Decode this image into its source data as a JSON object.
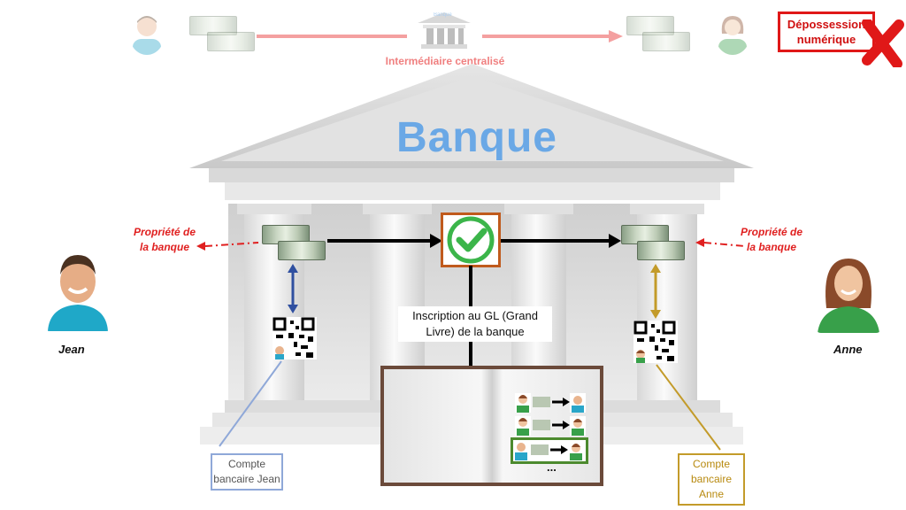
{
  "header": {
    "intermediary_label": "Intermédiaire centralisé",
    "bank_small_label": "Banque",
    "dispossession_label": "Dépossession numérique"
  },
  "bank": {
    "title": "Banque"
  },
  "left": {
    "ownership_label": "Propriété de la banque",
    "person_name": "Jean",
    "account_label": "Compte bancaire Jean"
  },
  "right": {
    "ownership_label": "Propriété de la banque",
    "person_name": "Anne",
    "account_label": "Compte bancaire Anne"
  },
  "ledger": {
    "inscription_label": "Inscription au GL (Grand Livre) de la banque",
    "ellipsis": "..."
  },
  "colors": {
    "red": "#e02020",
    "blue_arrow": "#2f4fa0",
    "gold_arrow": "#c39b2a",
    "check_box_border": "#c05a1c",
    "check_green": "#3bb54a",
    "ledger_highlight": "#4c8a2e",
    "banque_title": "#6aa8e6"
  },
  "icons": [
    "check-icon",
    "qr-code-icon",
    "banknote-icon",
    "bank-icon",
    "cross-icon",
    "person-avatar"
  ]
}
